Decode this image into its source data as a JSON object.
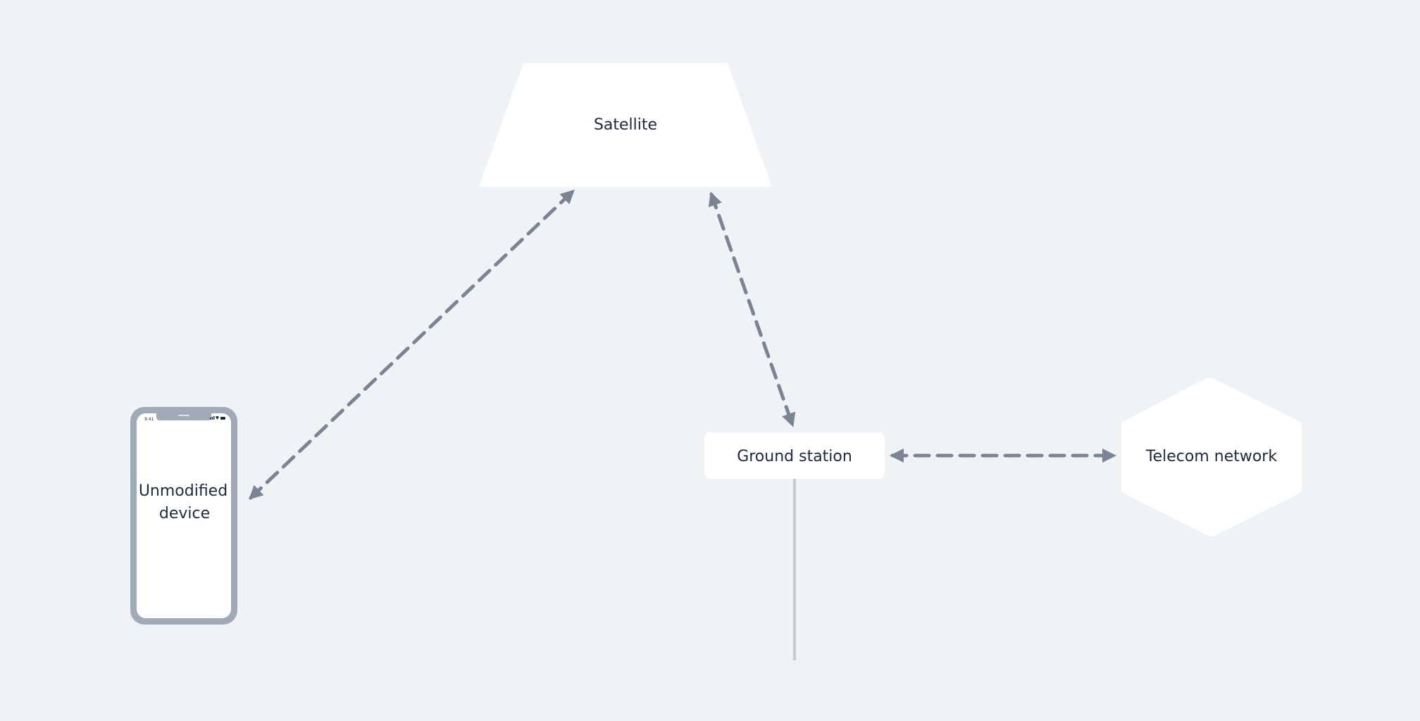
{
  "nodes": {
    "satellite": {
      "label": "Satellite",
      "shape": "trapezoid"
    },
    "device": {
      "label_line1": "Unmodified",
      "label_line2": "device",
      "status_time": "9:41",
      "shape": "phone"
    },
    "ground_station": {
      "label": "Ground station",
      "shape": "rounded-rectangle"
    },
    "telecom": {
      "label": "Telecom network",
      "shape": "hexagon"
    }
  },
  "connections": [
    {
      "from": "device",
      "to": "satellite",
      "style": "dashed",
      "direction": "bidirectional"
    },
    {
      "from": "satellite",
      "to": "ground_station",
      "style": "dashed",
      "direction": "bidirectional"
    },
    {
      "from": "ground_station",
      "to": "telecom",
      "style": "dashed",
      "direction": "bidirectional"
    },
    {
      "from": "ground_station",
      "to": "below",
      "style": "solid",
      "direction": "none"
    }
  ],
  "colors": {
    "background": "#eff3f6",
    "node_fill": "#ffffff",
    "connector": "#7b8493",
    "phone_frame": "#a1abb8",
    "trunk_line": "#c6ccd4",
    "text": "#1e2a3b"
  }
}
